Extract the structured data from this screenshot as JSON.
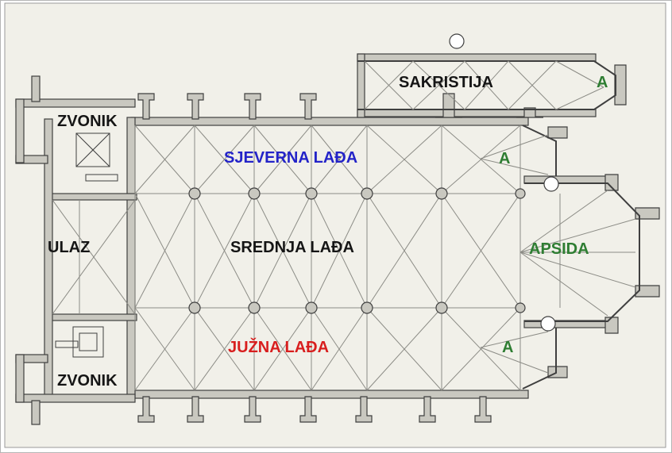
{
  "labels": {
    "sakristija": "SAKRISTIJA",
    "zvonik_north": "ZVONIK",
    "zvonik_south": "ZVONIK",
    "sjeverna_lada": "SJEVERNA LAĐA",
    "ulaz": "ULAZ",
    "srednja_lada": "SREDNJA LAĐA",
    "juzna_lada": "JUŽNA LAĐA",
    "apsida": "APSIDA",
    "a_sakristija": "A",
    "a_north": "A",
    "a_south": "A"
  },
  "colors": {
    "background": "#f1f0e9",
    "frame": "#9a9a9a",
    "wall": "#c9c8c0",
    "wall_stroke": "#3f3f3f",
    "rib": "#8c8c86",
    "label_black": "#151515",
    "label_blue": "#2323c8",
    "label_red": "#d81e1e",
    "label_green": "#2e7d32"
  }
}
